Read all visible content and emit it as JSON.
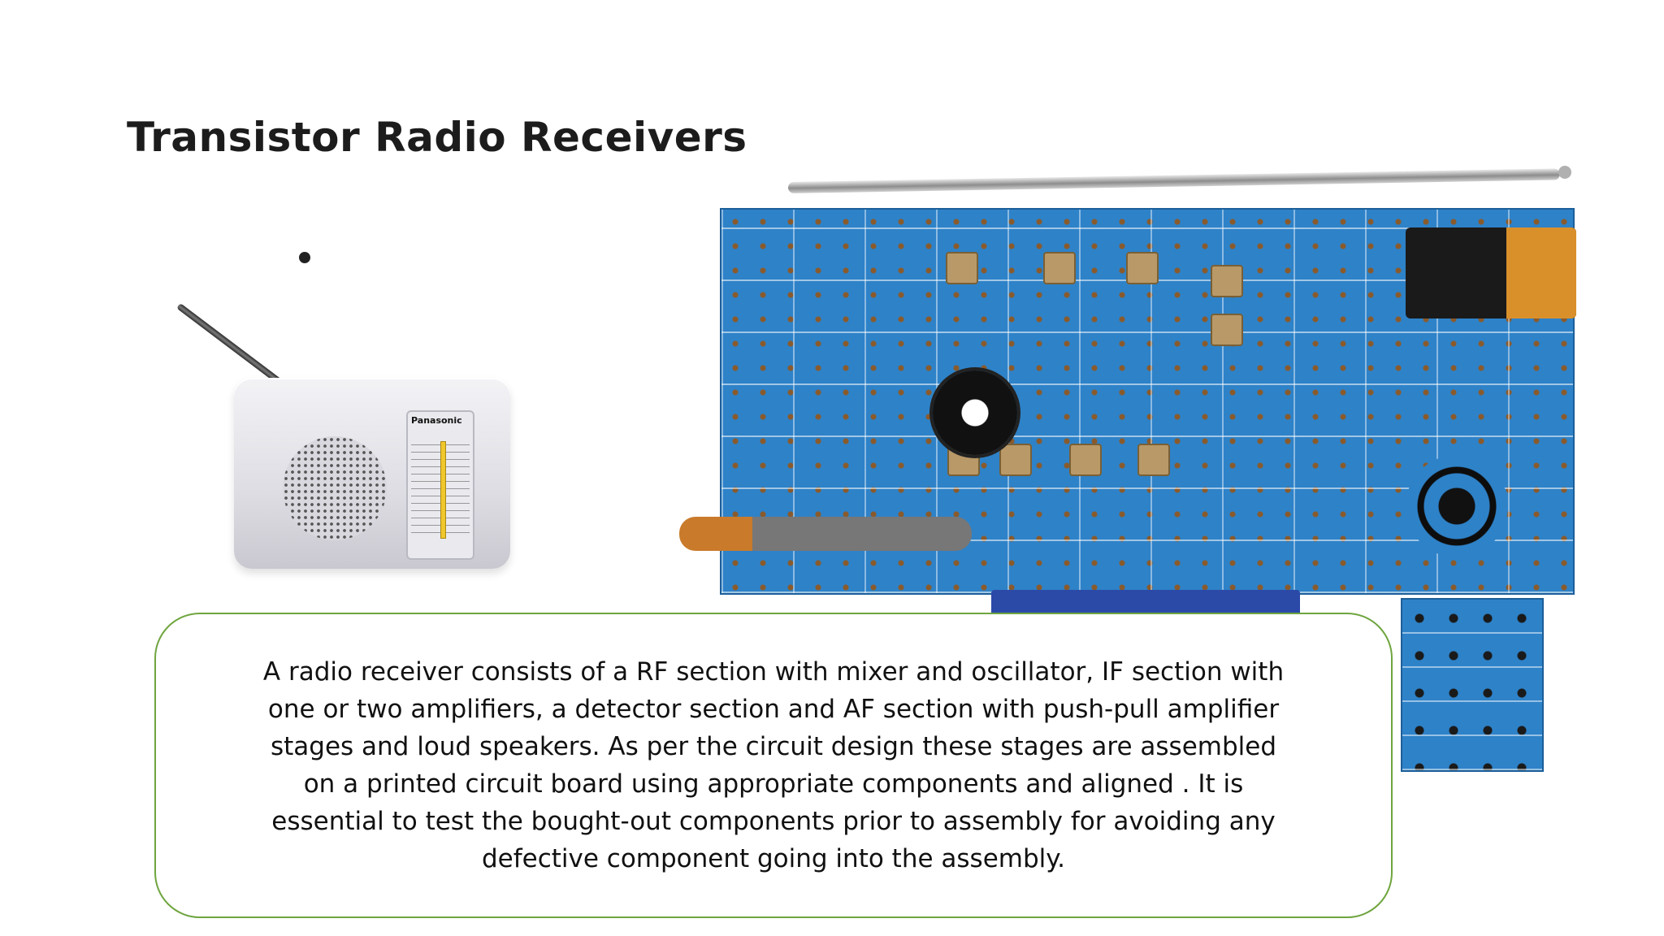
{
  "slide": {
    "title": "Transistor Radio Receivers",
    "description": "A radio receiver consists of a RF section with mixer and oscillator, IF section with one or two amplifiers, a detector section and AF section with push-pull amplifier stages and loud speakers. As per the circuit design these stages are assembled on a printed circuit board using appropriate components and aligned . It is essential to test the bought-out components prior to assembly for avoiding any defective component going into the assembly."
  },
  "images": {
    "portable_radio": {
      "icon": "portable-radio-photo",
      "brand": "Panasonic"
    },
    "radio_kit_board": {
      "icon": "radio-kit-board-photo"
    },
    "audio_amplifier_board": {
      "icon": "amplifier-board-photo"
    }
  },
  "colors": {
    "title": "#1c1c1c",
    "textbox_border": "#6fa53f",
    "pcb_blue": "#2e82c8"
  }
}
